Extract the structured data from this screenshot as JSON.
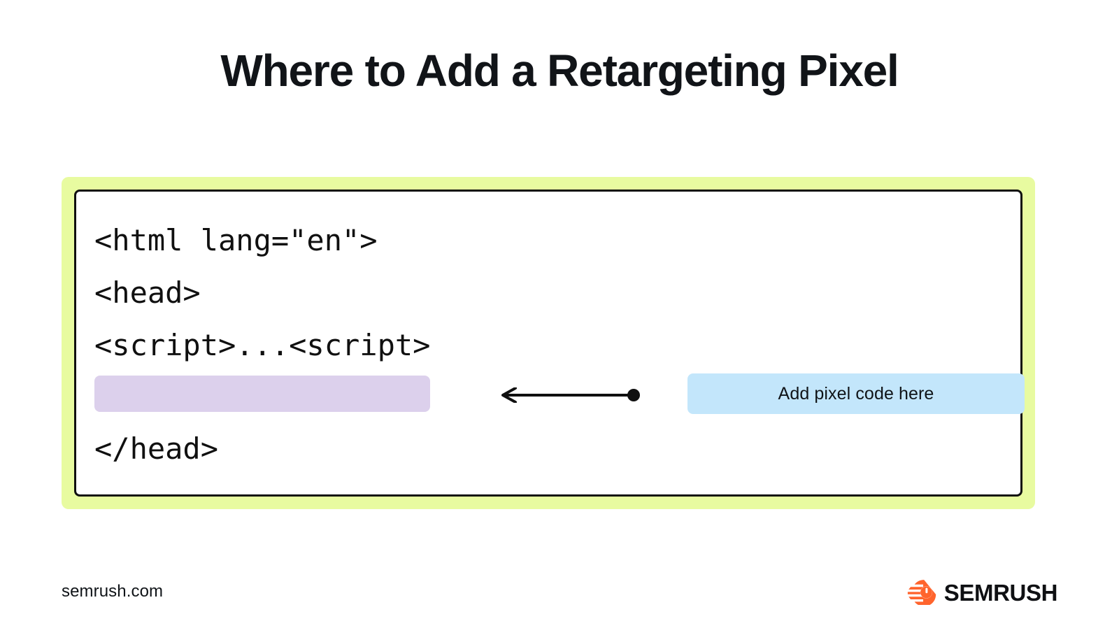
{
  "title": "Where to Add a Retargeting Pixel",
  "code_block": {
    "lines": [
      {
        "text": "<html lang=\"en\">",
        "type": "code"
      },
      {
        "text": "<head>",
        "type": "code"
      },
      {
        "text": "<script>...<script>",
        "type": "code"
      },
      {
        "text": "",
        "type": "placeholder"
      },
      {
        "text": "</head>",
        "type": "code"
      }
    ],
    "frame_color": "#E8FBA0",
    "card_background": "#FFFFFF",
    "card_border_color": "#101010",
    "code_text_color": "#101010",
    "placeholder_color": "#DCD0EC"
  },
  "annotation": {
    "callout_label": "Add pixel code here",
    "callout_color": "#C3E6FB",
    "callout_text_color": "#101418",
    "arrow_direction": "left",
    "arrow_color": "#101010",
    "arrow_endpoint_shape": "filled-circle"
  },
  "footer": {
    "url": "semrush.com",
    "brand_name": "SEMRUSH",
    "brand_color": "#FF642D",
    "brand_text_color": "#0F1013"
  }
}
